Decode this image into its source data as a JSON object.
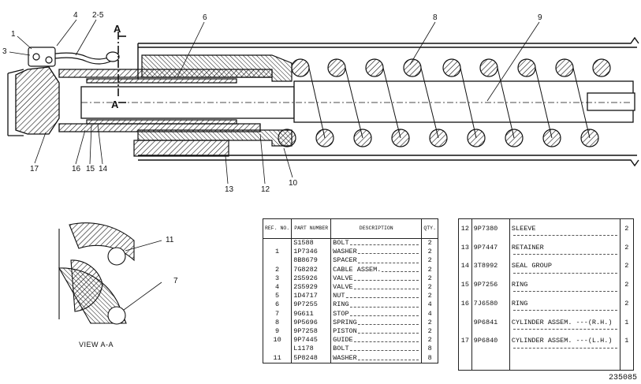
{
  "callouts": {
    "c1": "1",
    "c2_5": "2-5",
    "c3": "3",
    "c4": "4",
    "c6": "6",
    "c8": "8",
    "c9": "9",
    "c10": "10",
    "c12": "12",
    "c13": "13",
    "c14": "14",
    "c15": "15",
    "c16": "16",
    "c17": "17",
    "c11": "11",
    "c7": "7"
  },
  "section_marker": {
    "top": "A",
    "bottom": "A"
  },
  "view_label": "VIEW A-A",
  "drawing_number": "235085",
  "parts_table": {
    "headers": {
      "ref": "REF. NO.",
      "part": "PART NUMBER",
      "desc": "DESCRIPTION",
      "qty": "QTY."
    },
    "left_rows": [
      {
        "ref": "",
        "part": "S1588",
        "desc": "BOLT",
        "qty": "2"
      },
      {
        "ref": "1",
        "part": "1P7346",
        "desc": "WASHER",
        "qty": "2"
      },
      {
        "ref": "",
        "part": "8B8679",
        "desc": "SPACER",
        "qty": "2"
      },
      {
        "ref": "2",
        "part": "7G8282",
        "desc": "CABLE ASSEM.",
        "qty": "2"
      },
      {
        "ref": "3",
        "part": "2S5926",
        "desc": "VALVE",
        "qty": "2"
      },
      {
        "ref": "4",
        "part": "2S5929",
        "desc": "VALVE",
        "qty": "2"
      },
      {
        "ref": "5",
        "part": "1D4717",
        "desc": "NUT",
        "qty": "2"
      },
      {
        "ref": "6",
        "part": "9P7255",
        "desc": "RING",
        "qty": "4"
      },
      {
        "ref": "7",
        "part": "9G611",
        "desc": "STOP",
        "qty": "4"
      },
      {
        "ref": "8",
        "part": "9P5696",
        "desc": "SPRING",
        "qty": "2"
      },
      {
        "ref": "9",
        "part": "9P7258",
        "desc": "PISTON",
        "qty": "2"
      },
      {
        "ref": "10",
        "part": "9P7445",
        "desc": "GUIDE",
        "qty": "2"
      },
      {
        "ref": "",
        "part": "L1178",
        "desc": "BOLT",
        "qty": "8"
      },
      {
        "ref": "11",
        "part": "5P8248",
        "desc": "WASHER",
        "qty": "8"
      }
    ],
    "right_rows": [
      {
        "ref": "12",
        "part": "9P7380",
        "desc": "SLEEVE",
        "qty": "2"
      },
      {
        "ref": "13",
        "part": "9P7447",
        "desc": "RETAINER",
        "qty": "2"
      },
      {
        "ref": "14",
        "part": "3T8992",
        "desc": "SEAL GROUP",
        "qty": "2"
      },
      {
        "ref": "15",
        "part": "9P7256",
        "desc": "RING",
        "qty": "2"
      },
      {
        "ref": "16",
        "part": "7J6580",
        "desc": "RING",
        "qty": "2"
      },
      {
        "ref": "",
        "part": "9P6841",
        "desc": "CYLINDER ASSEM. ---(R.H.)",
        "qty": "1"
      },
      {
        "ref": "17",
        "part": "9P6840",
        "desc": "CYLINDER ASSEM. ---(L.H.)",
        "qty": "1"
      }
    ]
  }
}
